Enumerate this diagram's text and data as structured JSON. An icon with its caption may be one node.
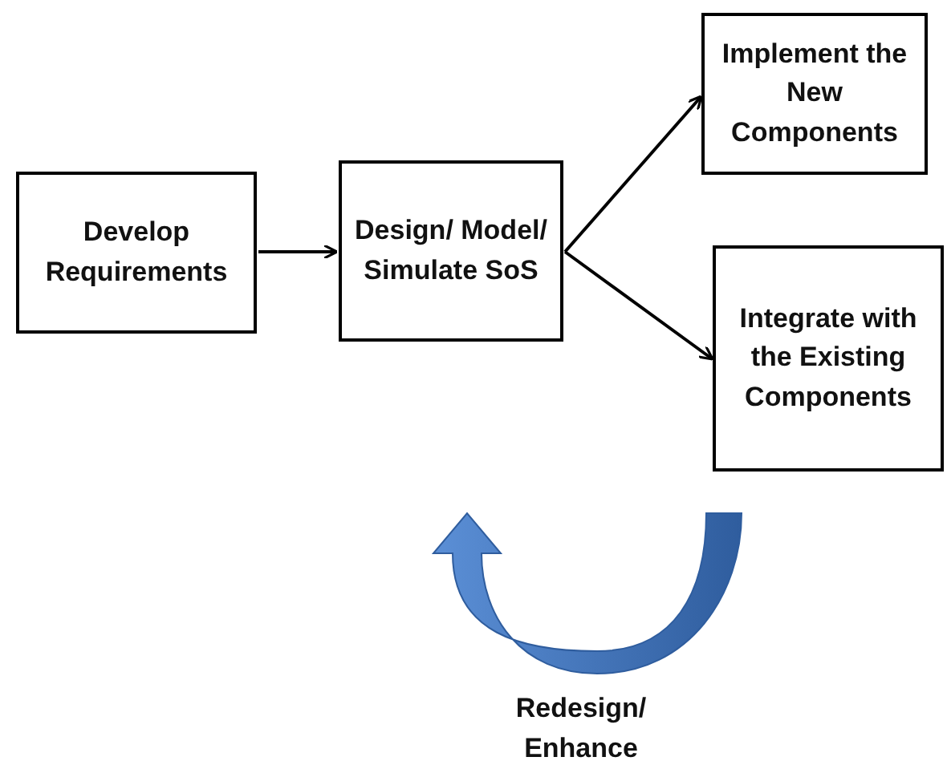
{
  "diagram": {
    "nodes": [
      {
        "text": [
          "Develop Requirements"
        ]
      },
      {
        "text": [
          "Design/ Model/ Simulate SoS"
        ]
      },
      {
        "text": [
          "Implement the New Components"
        ]
      },
      {
        "text": [
          "Integrate with the Existing Components"
        ]
      }
    ],
    "edges": [
      {
        "from": 0,
        "to": 1,
        "arrow": "to"
      },
      {
        "from": 1,
        "to": 2,
        "arrow": "to"
      },
      {
        "from": 1,
        "to": 3,
        "arrow": "to"
      }
    ],
    "labels": [
      "Redesign/ Enhance"
    ]
  }
}
